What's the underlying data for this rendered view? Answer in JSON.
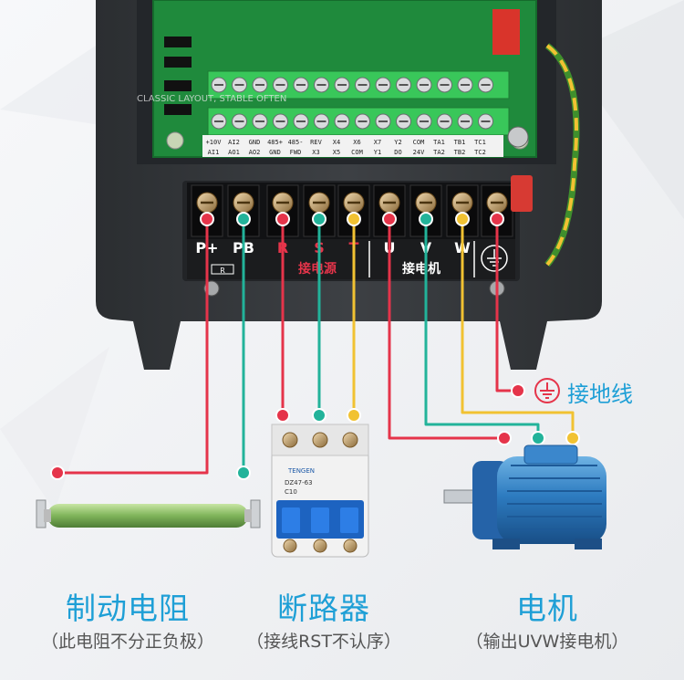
{
  "pcb": {
    "watermark": "CLASSIC LAYOUT, STABLE OFTEN",
    "top_row": [
      "+10V",
      "AI2",
      "GND",
      "485+",
      "485-",
      "REV",
      "X4",
      "X6",
      "X7",
      "Y2",
      "COM",
      "TA1",
      "TB1",
      "TC1"
    ],
    "bottom_row": [
      "AI1",
      "AO1",
      "AO2",
      "GND",
      "FWD",
      "X3",
      "X5",
      "COM",
      "Y1",
      "DO",
      "24V",
      "TA2",
      "TB2",
      "TC2"
    ]
  },
  "terminals": {
    "labels": [
      "P+",
      "PB",
      "R",
      "S",
      "T",
      "U",
      "V",
      "W"
    ],
    "resistor_mark": "R",
    "power_label": "接电源",
    "motor_label": "接电机"
  },
  "breaker": {
    "brand": "TENGEN",
    "model": "DZ47-63",
    "rating": "C10"
  },
  "ground": {
    "label": "接地线"
  },
  "components": {
    "resistor_title": "制动电阻",
    "resistor_note": "（此电阻不分正负极）",
    "breaker_title": "断路器",
    "breaker_note": "（接线RST不认序）",
    "motor_title": "电机",
    "motor_note": "（输出UVW接电机）"
  },
  "colors": {
    "red_wire": "#e5344a",
    "green_wire": "#22b39a",
    "yellow_wire": "#f1c232",
    "accent_blue": "#1e9fd6",
    "housing": "#35383c"
  }
}
